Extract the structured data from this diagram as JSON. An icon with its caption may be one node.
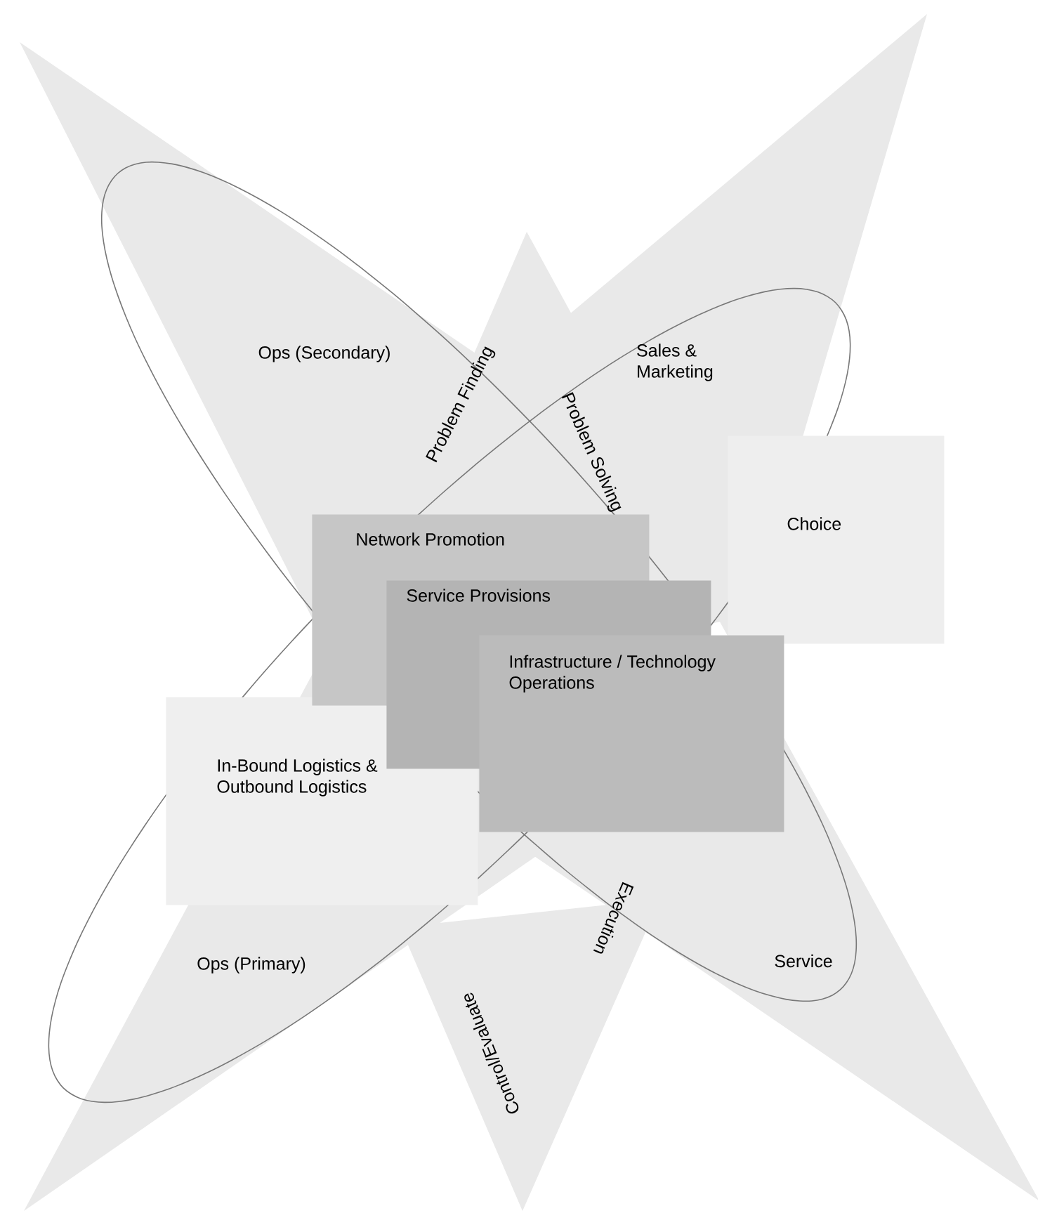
{
  "diagram": {
    "nodes": [
      {
        "text": [
          "Choice"
        ]
      },
      {
        "text": [
          "Network Promotion"
        ]
      },
      {
        "text": [
          "Service Provisions"
        ]
      },
      {
        "text": [
          "Infrastructure / Technology Operations"
        ]
      },
      {
        "text": [
          "In-Bound Logistics & Outbound Logistics"
        ]
      }
    ],
    "labels": [
      "Ops (Secondary)",
      "Sales & Marketing",
      "Problem Finding",
      "Problem Solving",
      "Execution",
      "Ops (Primary)",
      "Control/Evaluate",
      "Service"
    ]
  }
}
